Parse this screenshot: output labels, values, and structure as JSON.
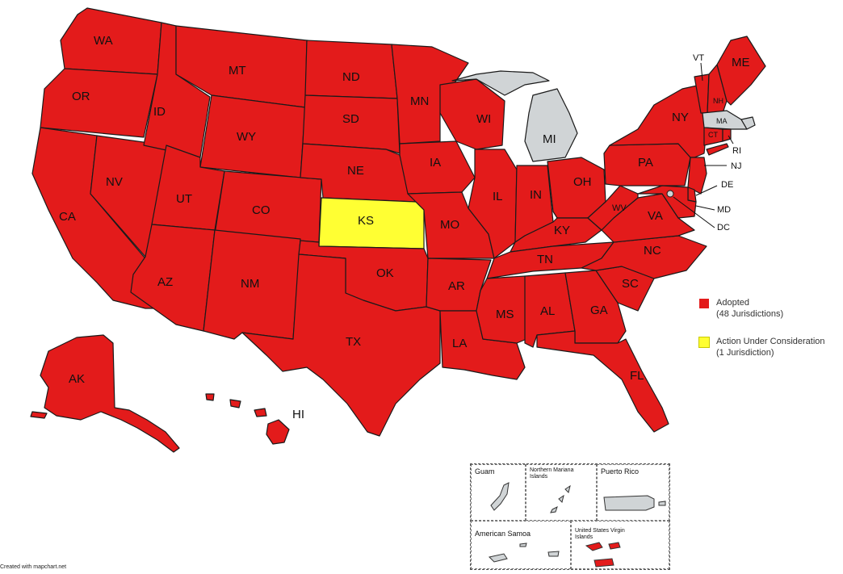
{
  "colors": {
    "adopted": "#e31b1b",
    "consider": "#ffff33",
    "none": "#d0d4d6",
    "border": "#1a1a1a"
  },
  "states": {
    "WA": "WA",
    "OR": "OR",
    "CA": "CA",
    "NV": "NV",
    "ID": "ID",
    "MT": "MT",
    "WY": "WY",
    "UT": "UT",
    "CO": "CO",
    "AZ": "AZ",
    "NM": "NM",
    "ND": "ND",
    "SD": "SD",
    "NE": "NE",
    "KS": "KS",
    "OK": "OK",
    "TX": "TX",
    "MN": "MN",
    "IA": "IA",
    "MO": "MO",
    "AR": "AR",
    "LA": "LA",
    "WI": "WI",
    "IL": "IL",
    "MI": "MI",
    "IN": "IN",
    "OH": "OH",
    "KY": "KY",
    "TN": "TN",
    "MS": "MS",
    "AL": "AL",
    "GA": "GA",
    "FL": "FL",
    "SC": "SC",
    "NC": "NC",
    "VA": "VA",
    "WV": "WV",
    "PA": "PA",
    "NY": "NY",
    "VT": "VT",
    "NH": "NH",
    "ME": "ME",
    "MA": "MA",
    "CT": "CT",
    "RI": "RI",
    "NJ": "NJ",
    "DE": "DE",
    "MD": "MD",
    "DC": "DC",
    "AK": "AK",
    "HI": "HI"
  },
  "legend": {
    "adopted": {
      "label": "Adopted",
      "count": "(48 Jurisdictions)"
    },
    "consider": {
      "label": "Action Under Consideration",
      "count": "(1 Jurisdiction)"
    }
  },
  "territories": {
    "guam": "Guam",
    "northern_mariana": "Northern Mariana Islands",
    "puerto_rico": "Puerto Rico",
    "american_samoa": "American Samoa",
    "virgin_islands": "United States Virgin Islands"
  },
  "credit": "Created with mapchart.net"
}
